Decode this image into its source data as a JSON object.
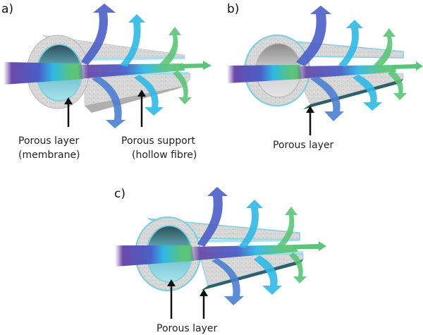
{
  "figure": {
    "panels": [
      {
        "id": "a",
        "letter": "a)",
        "variant": "inner-membrane",
        "labels": [
          {
            "lines": [
              "Porous layer",
              "(membrane)"
            ],
            "points_to": "inner lumen surface"
          },
          {
            "lines": [
              "Porous support",
              "(hollow fibre)"
            ],
            "points_to": "tube wall"
          }
        ]
      },
      {
        "id": "b",
        "letter": "b)",
        "variant": "outer-membrane",
        "labels": [
          {
            "lines": [
              "Porous layer"
            ],
            "points_to": "outer surface"
          }
        ]
      },
      {
        "id": "c",
        "letter": "c)",
        "variant": "double-membrane",
        "labels": [
          {
            "lines": [
              "Porous layer"
            ],
            "points_to": "inner and outer surfaces"
          }
        ]
      }
    ],
    "colors": {
      "feed_purple": "#6a4aa8",
      "permeate_blue": "#4a7fd0",
      "permeate_cyan": "#2fb8e6",
      "permeate_green": "#5cc47a",
      "wall_grey": "#d4d4d4",
      "membrane_cyan": "#8fd8e6",
      "lumen_dark": "#2f5f6a",
      "arrow_black": "#111111"
    }
  }
}
